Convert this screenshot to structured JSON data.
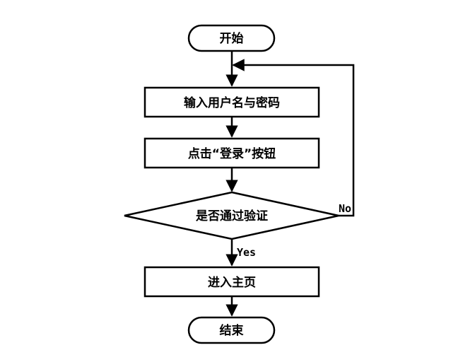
{
  "flowchart": {
    "start": "开始",
    "input_credentials": "输入用户名与密码",
    "click_login": "点击“登录”按钮",
    "verify_decision": "是否通过验证",
    "enter_home": "进入主页",
    "end": "结束",
    "branch_no": "No",
    "branch_yes": "Yes"
  }
}
